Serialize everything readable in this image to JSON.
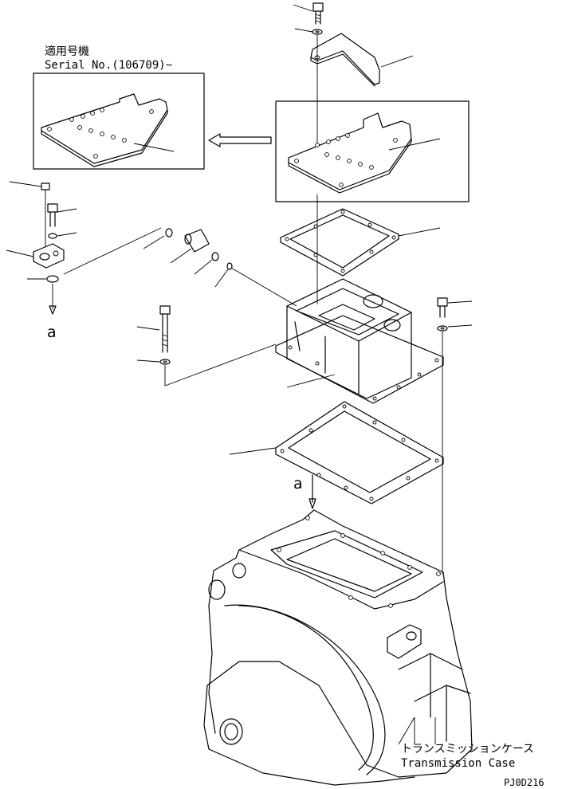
{
  "serial_note": {
    "line1": "適用号機",
    "line2": "Serial No.(106709)~"
  },
  "reference_letter": "a",
  "case_label": {
    "jp": "トランスミッションケース",
    "en": "Transmission Case"
  },
  "drawing_code": "PJ0D216"
}
